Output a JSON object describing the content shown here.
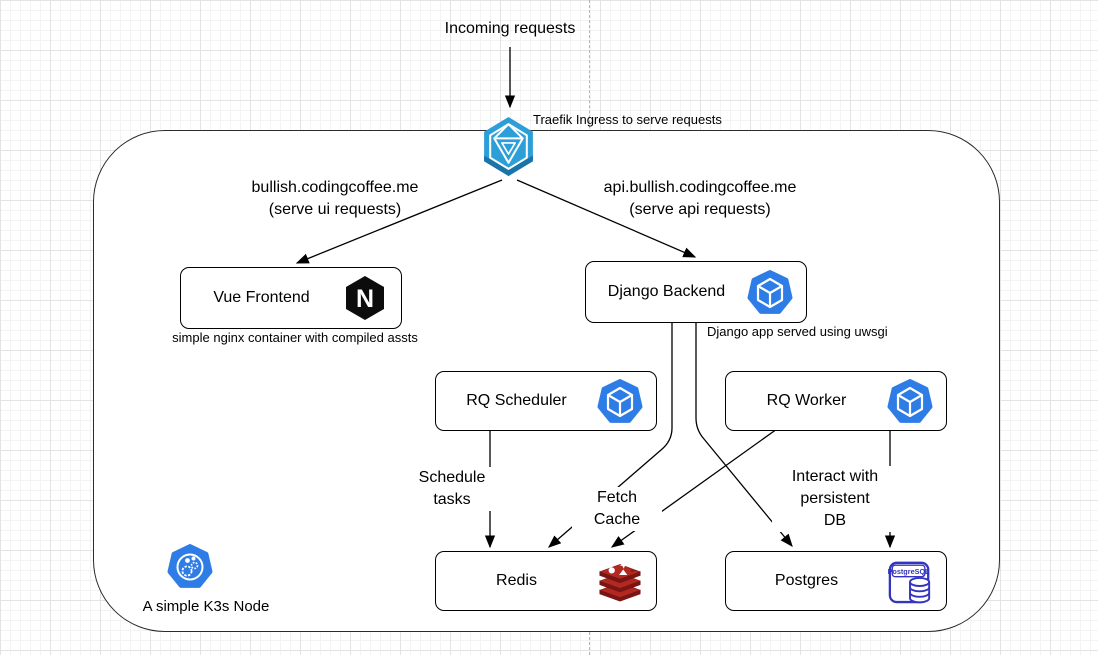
{
  "labels": {
    "incoming": "Incoming requests",
    "traefik_note": "Traefik Ingress to serve requests",
    "ui_route": "bullish.codingcoffee.me\n(serve ui requests)",
    "api_route": "api.bullish.codingcoffee.me\n(serve api requests)",
    "vue_note": "simple nginx container with compiled assts",
    "django_note": "Django app served using uwsgi",
    "schedule": "Schedule\ntasks",
    "fetch": "Fetch\nCache",
    "interact": "Interact with\npersistent\nDB",
    "k3s_note": "A simple K3s Node"
  },
  "nodes": {
    "vue": {
      "label": "Vue Frontend"
    },
    "django": {
      "label": "Django Backend"
    },
    "rq_scheduler": {
      "label": "RQ Scheduler"
    },
    "rq_worker": {
      "label": "RQ Worker"
    },
    "redis": {
      "label": "Redis"
    },
    "postgres": {
      "label": "Postgres"
    }
  },
  "icons": {
    "nginx_letter": "N",
    "postgresql_text": "PostgreSQL"
  },
  "colors": {
    "container_blue": "#2e7ce5",
    "traefik_blue": "#2d9fd8",
    "traefik_dark_blue": "#1b74a8",
    "redis_red": "#b32821",
    "redis_dark_red": "#791514",
    "postgres_indigo": "#3435be",
    "edge": "#000000"
  }
}
